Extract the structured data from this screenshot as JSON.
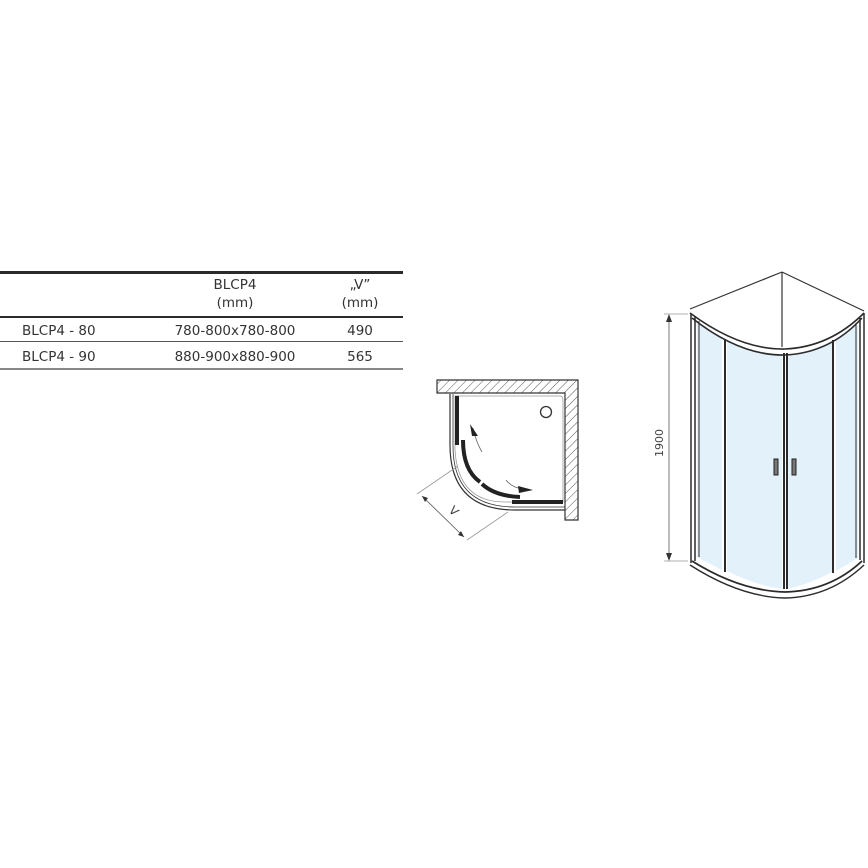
{
  "table": {
    "headers": [
      {
        "line1": "",
        "line2": ""
      },
      {
        "line1": "BLCP4",
        "line2": "(mm)"
      },
      {
        "line1": "„V”",
        "line2": "(mm)"
      }
    ],
    "rows": [
      {
        "model": "BLCP4 - 80",
        "dimensions": "780-800x780-800",
        "v": "490"
      },
      {
        "model": "BLCP4 - 90",
        "dimensions": "880-900x880-900",
        "v": "565"
      }
    ]
  },
  "plan_view": {
    "dimension_label": "V"
  },
  "elevation_view": {
    "height_label": "1900",
    "glass_color": "#e3f1fb",
    "frame_color": "#2b2b2b"
  }
}
